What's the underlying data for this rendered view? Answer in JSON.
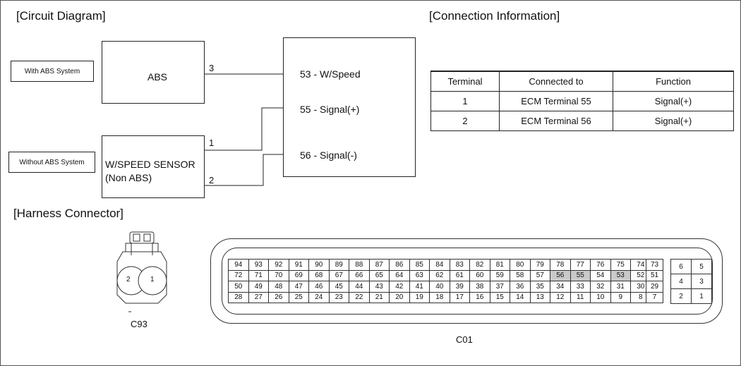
{
  "headings": {
    "circuit": "[Circuit Diagram]",
    "connection": "[Connection Information]",
    "harness": "[Harness Connector]"
  },
  "circuit": {
    "with_abs": "With ABS System",
    "without_abs": "Without ABS System",
    "abs_box": "ABS",
    "sensor_line1": "W/SPEED SENSOR",
    "sensor_line2": "(Non ABS)",
    "abs_pin": "3",
    "sensor_pin1": "1",
    "sensor_pin2": "2",
    "ecm_pins": [
      "53 - W/Speed",
      "55 - Signal(+)",
      "56 - Signal(-)"
    ]
  },
  "connection_table": {
    "headers": [
      "Terminal",
      "Connected to",
      "Function"
    ],
    "rows": [
      [
        "1",
        "ECM Terminal 55",
        "Signal(+)"
      ],
      [
        "2",
        "ECM Terminal 56",
        "Signal(+)"
      ]
    ]
  },
  "harness": {
    "c93_label": "C93",
    "c93_pins": [
      "2",
      "1"
    ],
    "c01_label": "C01",
    "c01_main_rows": [
      [
        "94",
        "93",
        "92",
        "91",
        "90",
        "89",
        "88",
        "87",
        "86",
        "85",
        "84",
        "83",
        "82",
        "81",
        "80",
        "79",
        "78",
        "77",
        "76",
        "75",
        "74"
      ],
      [
        "72",
        "71",
        "70",
        "69",
        "68",
        "67",
        "66",
        "65",
        "64",
        "63",
        "62",
        "61",
        "60",
        "59",
        "58",
        "57",
        "56",
        "55",
        "54",
        "53",
        "52"
      ],
      [
        "50",
        "49",
        "48",
        "47",
        "46",
        "45",
        "44",
        "43",
        "42",
        "41",
        "40",
        "39",
        "38",
        "37",
        "36",
        "35",
        "34",
        "33",
        "32",
        "31",
        "30"
      ],
      [
        "28",
        "27",
        "26",
        "25",
        "24",
        "23",
        "22",
        "21",
        "20",
        "19",
        "18",
        "17",
        "16",
        "15",
        "14",
        "13",
        "12",
        "11",
        "10",
        "9",
        "8"
      ]
    ],
    "c01_side_col": [
      "73",
      "51",
      "29",
      "7"
    ],
    "c01_right_block": [
      [
        "6",
        "5"
      ],
      [
        "4",
        "3"
      ],
      [
        "2",
        "1"
      ]
    ],
    "c01_highlighted": [
      "56",
      "55",
      "53"
    ]
  }
}
